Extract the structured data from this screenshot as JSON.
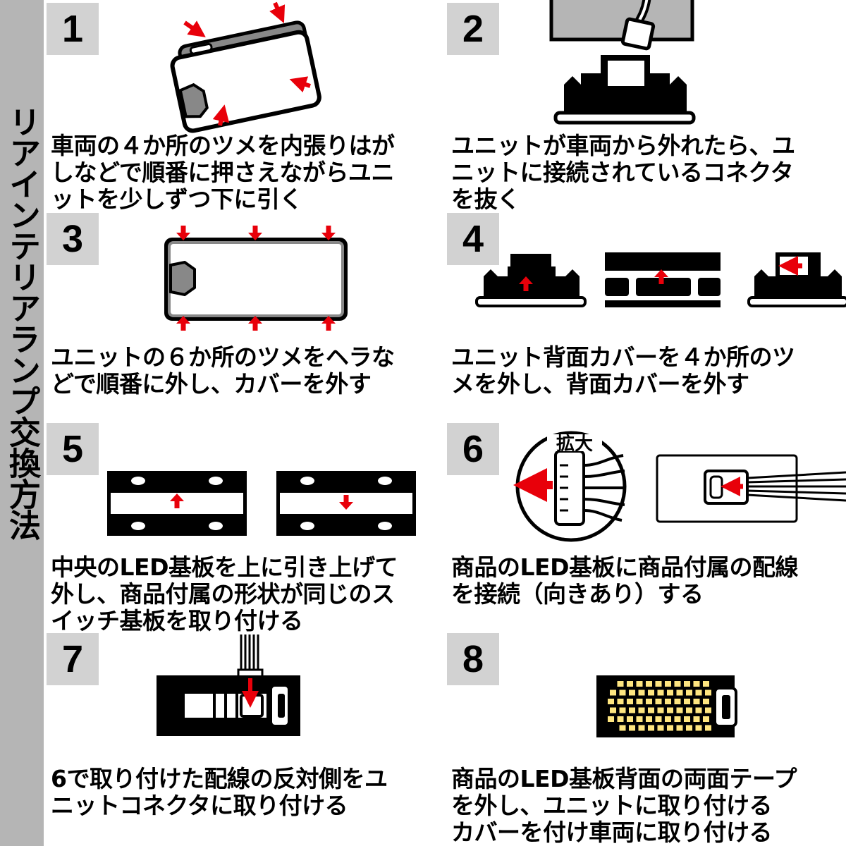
{
  "title": "リアインテリアランプ交換方法",
  "colors": {
    "accent": "#e8000a",
    "panel": "#b5b5b5",
    "badge": "#d2d2d2",
    "led": "#ffe680"
  },
  "steps": [
    {
      "number": "1",
      "lines": [
        "車両の４か所のツメを内張りはが",
        "しなどで順番に押さえながらユニ",
        "ットを少しずつ下に引く"
      ]
    },
    {
      "number": "2",
      "lines": [
        "ユニットが車両から外れたら、ユ",
        "ニットに接続されているコネクタ",
        "を抜く"
      ]
    },
    {
      "number": "3",
      "lines": [
        "ユニットの６か所のツメをヘラな",
        "どで順番に外し、カバーを外す"
      ]
    },
    {
      "number": "4",
      "lines": [
        "ユニット背面カバーを４か所のツ",
        "メを外し、背面カバーを外す"
      ]
    },
    {
      "number": "5",
      "lines": [
        "中央のLED基板を上に引き上げて",
        "外し、商品付属の形状が同じのス",
        "イッチ基板を取り付ける"
      ]
    },
    {
      "number": "6",
      "lines": [
        "商品のLED基板に商品付属の配線",
        "を接続（向きあり）する"
      ],
      "zoom_label": "拡大"
    },
    {
      "number": "7",
      "lines": [
        "6で取り付けた配線の反対側をユ",
        "ニットコネクタに取り付ける"
      ]
    },
    {
      "number": "8",
      "lines": [
        "商品のLED基板背面の両面テープ",
        "を外し、ユニットに取り付ける",
        "カバーを付け車両に取り付ける"
      ]
    }
  ]
}
